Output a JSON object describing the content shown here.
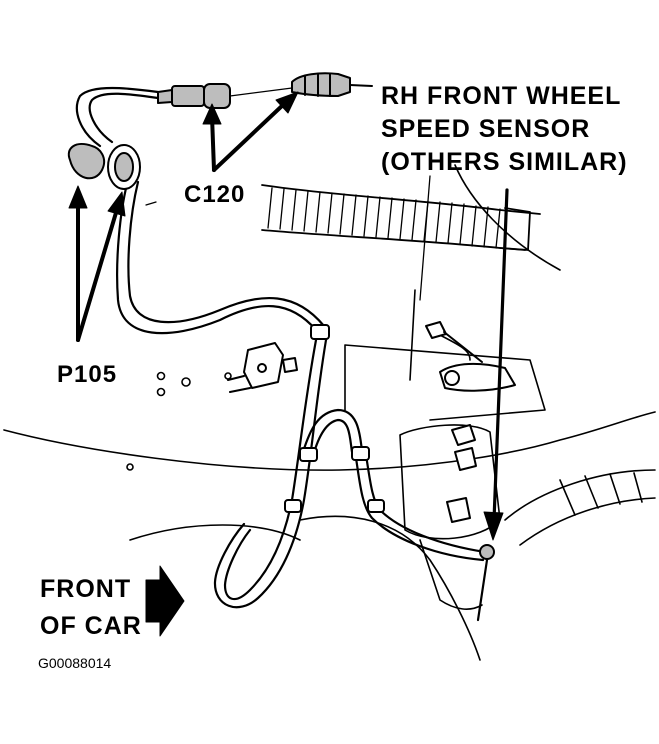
{
  "labels": {
    "sensor_line1": "RH FRONT WHEEL",
    "sensor_line2": "SPEED SENSOR",
    "sensor_line3": "(OTHERS SIMILAR)",
    "connector": "C120",
    "clip": "P105",
    "front_line1": "FRONT",
    "front_line2": "OF CAR"
  },
  "figure_id": "G00088014",
  "colors": {
    "ink": "#000000",
    "paper": "#ffffff",
    "fill_gray": "#bdbdbd"
  }
}
